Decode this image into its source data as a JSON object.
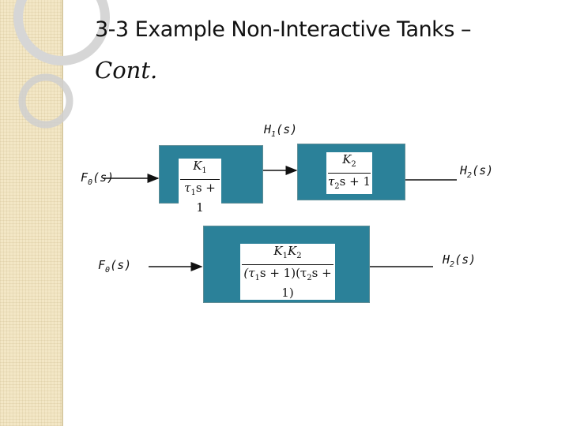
{
  "slide": {
    "title_line1": "3-3  Example Non-Interactive Tanks –",
    "title_line2": "Cont."
  },
  "diagram": {
    "top_chain": {
      "input": {
        "base": "F",
        "sub": "0",
        "arg": "(s)"
      },
      "intermediate": {
        "base": "H",
        "sub": "1",
        "arg": "(s)"
      },
      "output": {
        "base": "H",
        "sub": "2",
        "arg": "(s)"
      },
      "block1": {
        "num": "K",
        "num_sub": "1",
        "den_tau": "τ",
        "den_sub": "1",
        "den_rest": "s + 1"
      },
      "block2": {
        "num": "K",
        "num_sub": "2",
        "den_tau": "τ",
        "den_sub": "2",
        "den_rest": "s + 1"
      }
    },
    "combined": {
      "input": {
        "base": "F",
        "sub": "0",
        "arg": "(s)"
      },
      "output": {
        "base": "H",
        "sub": "2",
        "arg": "(s)"
      },
      "block": {
        "num": "K",
        "num_sub1": "1",
        "num_k2": "K",
        "num_sub2": "2",
        "den_open1": "(τ",
        "den_sub1": "1",
        "den_mid": "s + 1)(τ",
        "den_sub2": "2",
        "den_close": "s + 1)"
      }
    }
  },
  "colors": {
    "block_fill": "#2b8199",
    "sidebar": "#f3e7c6",
    "ring": "#d6d6d6"
  }
}
